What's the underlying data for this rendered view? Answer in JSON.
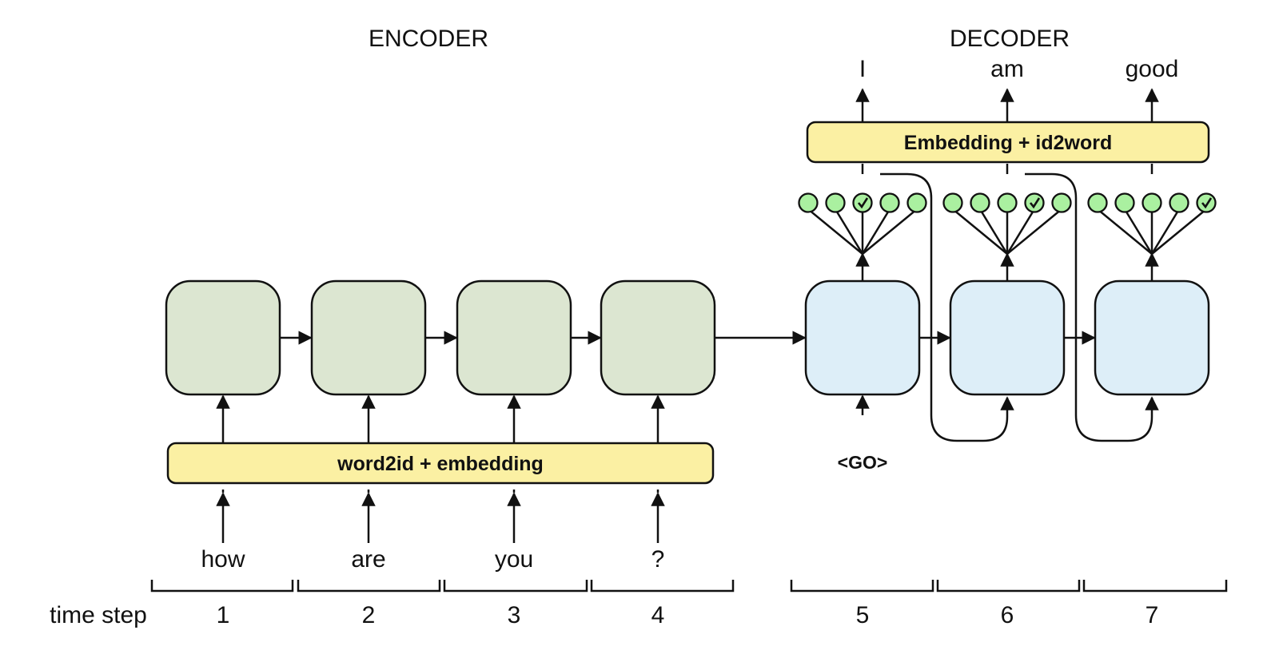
{
  "titles": {
    "encoder": "ENCODER",
    "decoder": "DECODER"
  },
  "colors": {
    "encoder_cell": "#dce6d1",
    "decoder_cell": "#ddeef8",
    "embedding_bar": "#fbf0a3",
    "softmax_node": "#aaf0a0",
    "stroke": "#111111"
  },
  "encoder": {
    "embedding_label": "word2id + embedding",
    "inputs": [
      "how",
      "are",
      "you",
      "?"
    ]
  },
  "decoder": {
    "embedding_label": "Embedding + id2word",
    "start_token": "<GO>",
    "outputs": [
      "I",
      "am",
      "good"
    ],
    "softmax_nodes_per_step": 5,
    "selected_node_index": [
      2,
      3,
      4
    ]
  },
  "timeline": {
    "label": "time step",
    "steps": [
      "1",
      "2",
      "3",
      "4",
      "5",
      "6",
      "7"
    ]
  }
}
